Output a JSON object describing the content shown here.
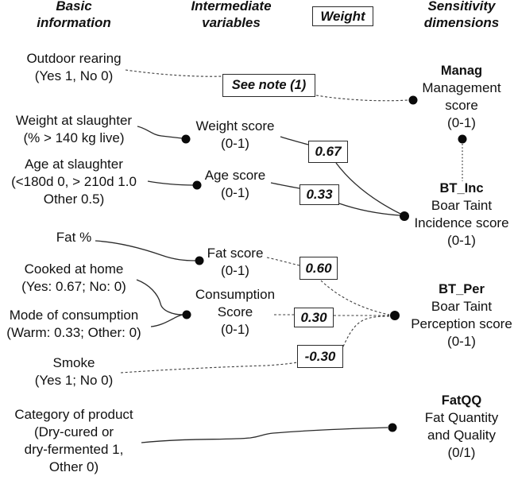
{
  "figure": {
    "colors": {
      "background": "#ffffff",
      "text": "#111111",
      "line_solid": "#2a2a2a",
      "line_dashed": "#3c3c3c",
      "node_dot": "#0a0a0a"
    },
    "headers": {
      "basic": [
        "Basic",
        "information"
      ],
      "intermediate": [
        "Intermediate",
        "variables"
      ],
      "weight": "Weight",
      "sensitivity": [
        "Sensitivity",
        "dimensions"
      ]
    },
    "basic_items": [
      {
        "lines": [
          "Outdoor rearing",
          "(Yes 1, No 0)"
        ]
      },
      {
        "lines": [
          "Weight at slaughter",
          "(% > 140 kg live)"
        ]
      },
      {
        "lines": [
          "Age at slaughter",
          "(<180d 0, > 210d 1.0",
          "Other 0.5)"
        ]
      },
      {
        "lines": [
          "Fat %"
        ]
      },
      {
        "lines": [
          "Cooked at home",
          "(Yes: 0.67; No: 0)"
        ]
      },
      {
        "lines": [
          "Mode of consumption",
          "(Warm: 0.33; Other: 0)"
        ]
      },
      {
        "lines": [
          "Smoke",
          "(Yes 1; No 0)"
        ]
      },
      {
        "lines": [
          "Category of product",
          "(Dry-cured or",
          "dry-fermented 1,",
          "Other 0)"
        ]
      }
    ],
    "note_box": "See note (1)",
    "intermediate_items": [
      {
        "lines": [
          "Weight score",
          "(0-1)"
        ]
      },
      {
        "lines": [
          "Age score",
          "(0-1)"
        ]
      },
      {
        "lines": [
          "Fat score",
          "(0-1)"
        ]
      },
      {
        "lines": [
          "Consumption",
          "Score",
          "(0-1)"
        ]
      }
    ],
    "weights": [
      "0.67",
      "0.33",
      "0.60",
      "0.30",
      "-0.30"
    ],
    "sensitivity_items": [
      {
        "code": "Manag",
        "lines": [
          "Management",
          "score",
          "(0-1)"
        ]
      },
      {
        "code": "BT_Inc",
        "lines": [
          "Boar Taint",
          "Incidence score",
          "(0-1)"
        ]
      },
      {
        "code": "BT_Per",
        "lines": [
          "Boar Taint",
          "Perception score",
          "(0-1)"
        ]
      },
      {
        "code": "FatQQ",
        "lines": [
          "Fat Quantity",
          "and Quality",
          "(0/1)"
        ]
      }
    ]
  }
}
